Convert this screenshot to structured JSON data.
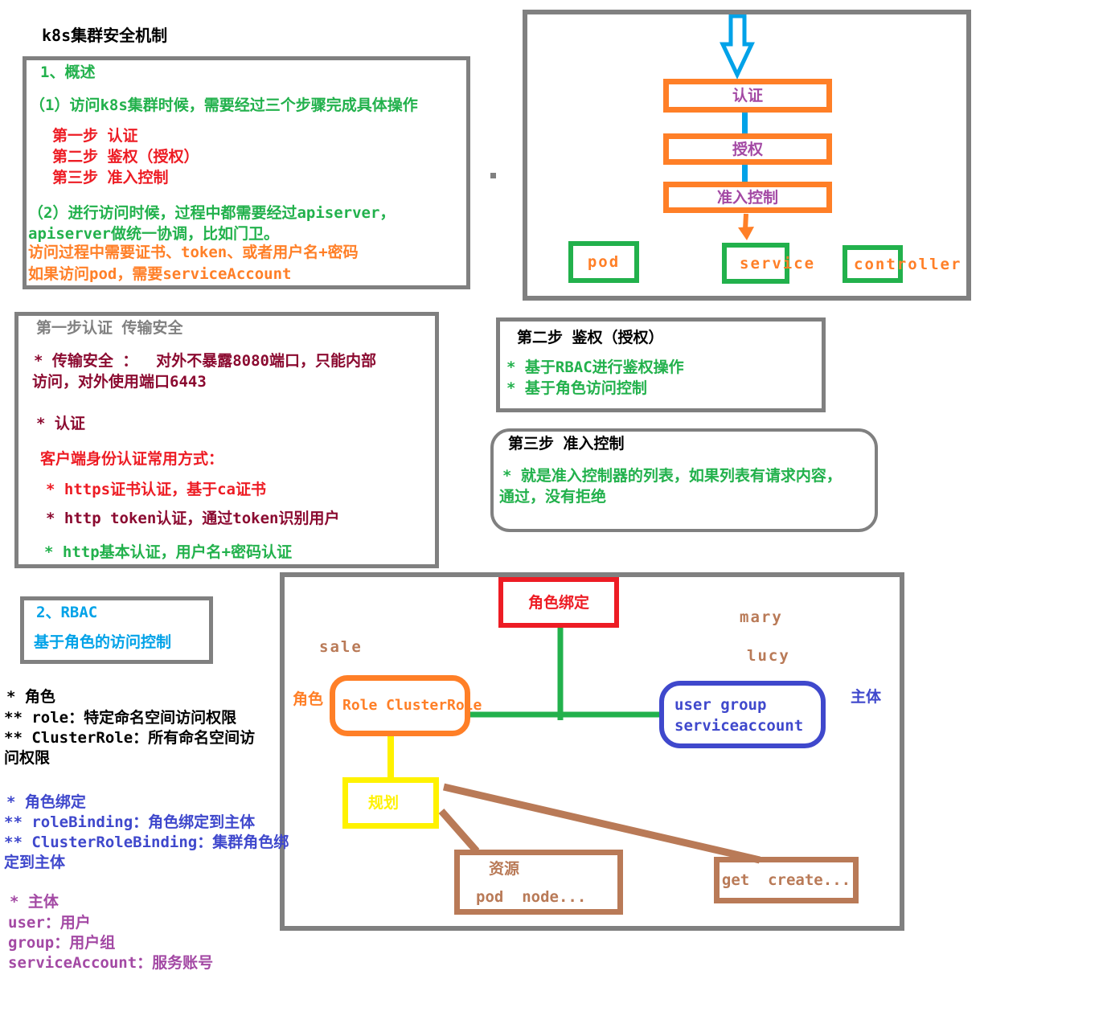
{
  "title": "k8s集群安全机制",
  "overview": {
    "heading": "1、概述",
    "line1": "（1）访问k8s集群时候，需要经过三个步骤完成具体操作",
    "steps": [
      "第一步 认证",
      "第二步 鉴权（授权）",
      "第三步 准入控制"
    ],
    "line2a": "（2）进行访问时候，过程中都需要经过apiserver，",
    "line2b": "apiserver做统一协调，比如门卫。",
    "line3": "访问过程中需要证书、token、或者用户名+密码",
    "line4": "如果访问pod，需要serviceAccount"
  },
  "flowchart": {
    "nodes": [
      "认证",
      "授权",
      "准入控制"
    ],
    "targets": [
      "pod",
      "service",
      "controller"
    ]
  },
  "step1": {
    "heading": "第一步认证 传输安全",
    "lines": [
      "* 传输安全 ：  对外不暴露8080端口，只能内部",
      "访问，对外使用端口6443",
      "* 认证",
      "客户端身份认证常用方式：",
      "* https证书认证，基于ca证书",
      "* http token认证，通过token识别用户",
      "* http基本认证，用户名+密码认证"
    ]
  },
  "step2": {
    "heading": "第二步 鉴权（授权）",
    "lines": [
      "* 基于RBAC进行鉴权操作",
      "* 基于角色访问控制"
    ]
  },
  "step3": {
    "heading": "第三步 准入控制",
    "lines": [
      "* 就是准入控制器的列表，如果列表有请求内容，",
      "通过，没有拒绝"
    ]
  },
  "rbac": {
    "heading": "2、RBAC",
    "subheading": "基于角色的访问控制"
  },
  "role_notes": [
    "* 角色",
    "** role：特定命名空间访问权限",
    "** ClusterRole：所有命名空间访",
    "问权限"
  ],
  "binding_notes": [
    "* 角色绑定",
    "** roleBinding：角色绑定到主体",
    "** ClusterRoleBinding：集群角色绑",
    "定到主体"
  ],
  "subject_notes": [
    "* 主体",
    "user：用户",
    "group：用户组",
    "serviceAccount：服务账号"
  ],
  "diagram": {
    "binding_box": "角色绑定",
    "sale": "sale",
    "mary": "mary",
    "lucy": "lucy",
    "role_side_label": "角色",
    "role_box": "Role ClusterRole",
    "subject_box_line1": "user group",
    "subject_box_line2": "serviceaccount",
    "subject_side_label": "主体",
    "plan_box": "规划",
    "resource_box_line1": "资源",
    "resource_box_line2": "pod  node...",
    "verbs_box": "get  create..."
  },
  "colors": {
    "border_gray": "#808080",
    "green": "#22B14C",
    "red": "#ED1C24",
    "dark_red": "#8B0A30",
    "orange": "#FF7F27",
    "light_blue": "#00A2E8",
    "purple": "#A349A4",
    "indigo": "#3F48CC",
    "yellow": "#FFF200",
    "brown": "#B97A57"
  }
}
